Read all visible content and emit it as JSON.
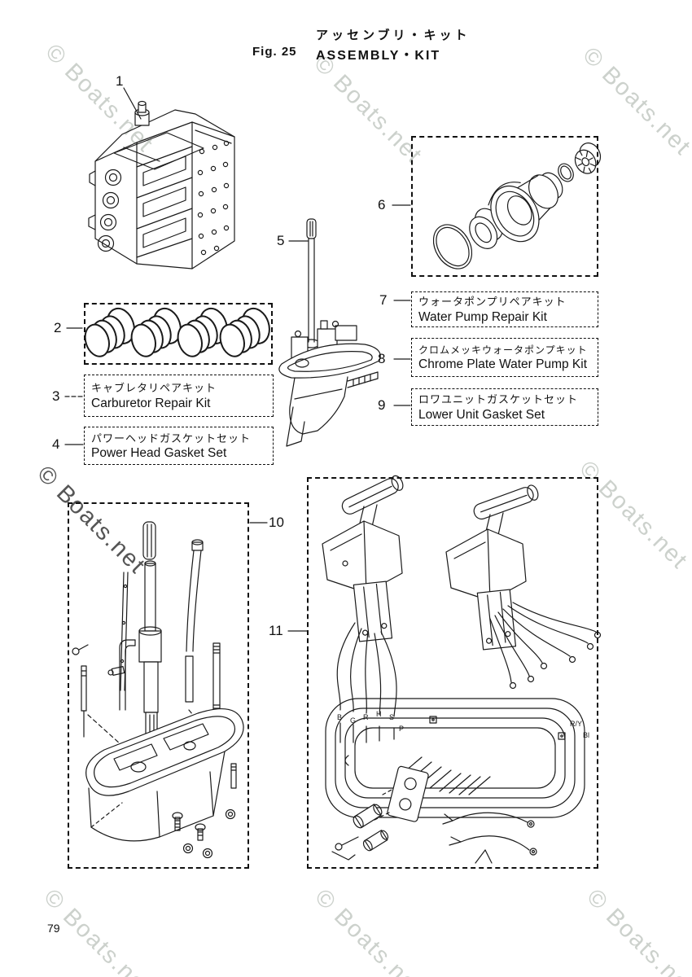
{
  "title": {
    "jp": "アッセンブリ・キット",
    "fig": "Fig. 25",
    "en": "ASSEMBLY・KIT"
  },
  "watermark": {
    "text": "© Boats.net"
  },
  "page_number": "79",
  "callouts": {
    "c1": "1",
    "c2": "2",
    "c3": "3",
    "c4": "4",
    "c5": "5",
    "c6": "6",
    "c7": "7",
    "c8": "8",
    "c9": "9",
    "c10": "10",
    "c11": "11"
  },
  "kit_labels": {
    "carburetor_repair_kit": {
      "jp": "キャブレタリペアキット",
      "en": "Carburetor Repair Kit"
    },
    "power_head_gasket_set": {
      "jp": "パワーヘッドガスケットセット",
      "en": "Power Head Gasket Set"
    },
    "water_pump_repair_kit": {
      "jp": "ウォータポンプリペアキット",
      "en": "Water Pump Repair Kit"
    },
    "chrome_plate_water_pump_kit": {
      "jp": "クロムメッキウォータポンプキット",
      "en": "Chrome Plate Water Pump Kit"
    },
    "lower_unit_gasket_set": {
      "jp": "ロワユニットガスケットセット",
      "en": "Lower Unit Gasket Set"
    }
  },
  "wire_labels": [
    "B",
    "G",
    "R",
    "H",
    "S",
    "P",
    "R/Y",
    "Bl"
  ]
}
